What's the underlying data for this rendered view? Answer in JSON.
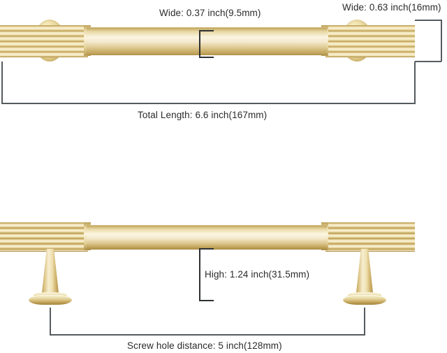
{
  "diagram": {
    "title": "Cabinet handle dimension diagram",
    "product": "fluted brass T-bar cabinet pull",
    "accent_color": "#e3cd8e",
    "line_color": "#555b5e",
    "text_color": "#2b2b2b",
    "background": "#ffffff"
  },
  "views": {
    "top": {
      "name": "top-view",
      "description": "plan view of handle showing fluted ends, smooth center bar and round rosettes"
    },
    "side": {
      "name": "side-view",
      "description": "elevation view of handle showing tapered mounting posts and base flanges"
    }
  },
  "labels": {
    "center_width": "Wide: 0.37 inch(9.5mm)",
    "end_width": "Wide: 0.63 inch(16mm)",
    "total_length": "Total Length: 6.6 inch(167mm)",
    "height": "High: 1.24 inch(31.5mm)",
    "screw_hole_distance": "Screw hole distance: 5 inch(128mm)"
  },
  "measurements": [
    {
      "name": "center-bar-width",
      "label": "Wide: 0.37 inch(9.5mm)",
      "value_in": 0.37,
      "value_mm": 9.5
    },
    {
      "name": "end-bar-width",
      "label": "Wide: 0.63 inch(16mm)",
      "value_in": 0.63,
      "value_mm": 16
    },
    {
      "name": "total-length",
      "label": "Total Length: 6.6 inch(167mm)",
      "value_in": 6.6,
      "value_mm": 167
    },
    {
      "name": "overall-height",
      "label": "High: 1.24 inch(31.5mm)",
      "value_in": 1.24,
      "value_mm": 31.5
    },
    {
      "name": "screw-hole-distance",
      "label": "Screw hole distance: 5 inch(128mm)",
      "value_in": 5,
      "value_mm": 128
    }
  ]
}
